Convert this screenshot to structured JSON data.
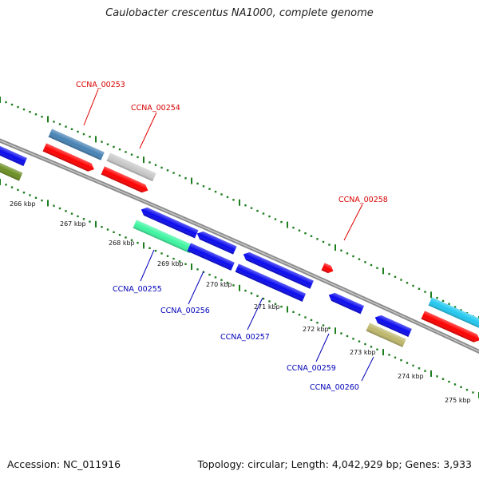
{
  "title": "Caulobacter crescentus NA1000, complete genome",
  "footer": {
    "accession": "Accession: NC_011916",
    "summary": "Topology: circular; Length: 4,042,929 bp; Genes: 3,933"
  },
  "ticks": [
    "266 kbp",
    "267 kbp",
    "268 kbp",
    "269 kbp",
    "270 kbp",
    "271 kbp",
    "272 kbp",
    "273 kbp",
    "274 kbp",
    "275 kbp"
  ],
  "colors": {
    "backbone": "#8c8c8c",
    "tick": "#1e7d1e",
    "red": "#ff0000",
    "blue": "#0a0aee",
    "steelblue": "#4682b4",
    "lightgray": "#c8c8c8",
    "olive": "#6b8e23",
    "mint": "#3cf5a0",
    "khaki": "#bdb76b",
    "cyan": "#22c8f0"
  },
  "labels": {
    "red": [
      "CCNA_00253",
      "CCNA_00254",
      "CCNA_00258"
    ],
    "blue": [
      "CCNA_00255",
      "CCNA_00256",
      "CCNA_00257",
      "CCNA_00259",
      "CCNA_00260"
    ]
  }
}
